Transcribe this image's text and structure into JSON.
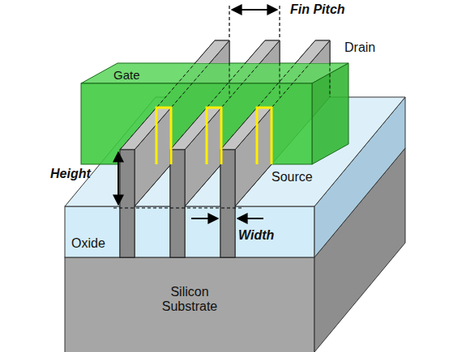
{
  "diagram": {
    "labels": [
      "Fin Pitch",
      "Drain",
      "Gate",
      "Height",
      "Source",
      "Width",
      "Oxide",
      "Silicon Substrate"
    ]
  }
}
